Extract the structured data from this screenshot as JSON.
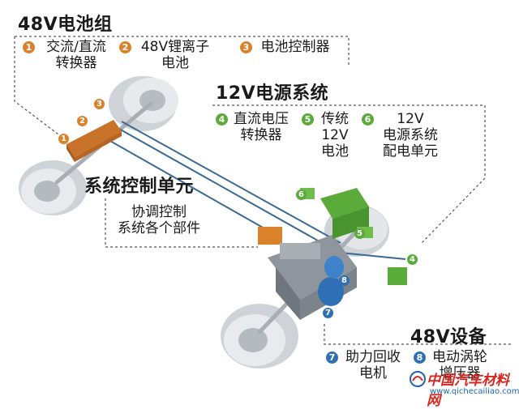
{
  "colors": {
    "battery48": "#d9822b",
    "power12": "#5aab3a",
    "device48": "#2e6fb5",
    "line": "#3a6a94",
    "dash": "#555555",
    "watermark_red": "#d7261e",
    "watermark_blue": "#1f66b3"
  },
  "battery48v": {
    "title": "48V电池组",
    "items": [
      {
        "num": "1",
        "label_l1": "交流/直流",
        "label_l2": "转换器"
      },
      {
        "num": "2",
        "label_l1": "48V锂离子",
        "label_l2": "电池"
      },
      {
        "num": "3",
        "label_l1": "电池控制器",
        "label_l2": ""
      }
    ]
  },
  "power12v": {
    "title": "12V电源系统",
    "items": [
      {
        "num": "4",
        "label_l1": "直流电压",
        "label_l2": "转换器",
        "label_l3": ""
      },
      {
        "num": "5",
        "label_l1": "传统",
        "label_l2": "12V",
        "label_l3": "电池"
      },
      {
        "num": "6",
        "label_l1": "12V",
        "label_l2": "电源系统",
        "label_l3": "配电单元"
      }
    ]
  },
  "control": {
    "title": "系统控制单元",
    "label_l1": "协调控制",
    "label_l2": "系统各个部件"
  },
  "device48v": {
    "title": "48V设备",
    "items": [
      {
        "num": "7",
        "label_l1": "助力回收",
        "label_l2": "电机"
      },
      {
        "num": "8",
        "label_l1": "电动涡轮",
        "label_l2": "增压器"
      }
    ]
  },
  "diagram_badges": [
    "1",
    "2",
    "3",
    "4",
    "5",
    "6",
    "7",
    "8"
  ],
  "watermark": {
    "logo_text": "中国汽车材料网",
    "url": "www.qichecailiao.com"
  }
}
